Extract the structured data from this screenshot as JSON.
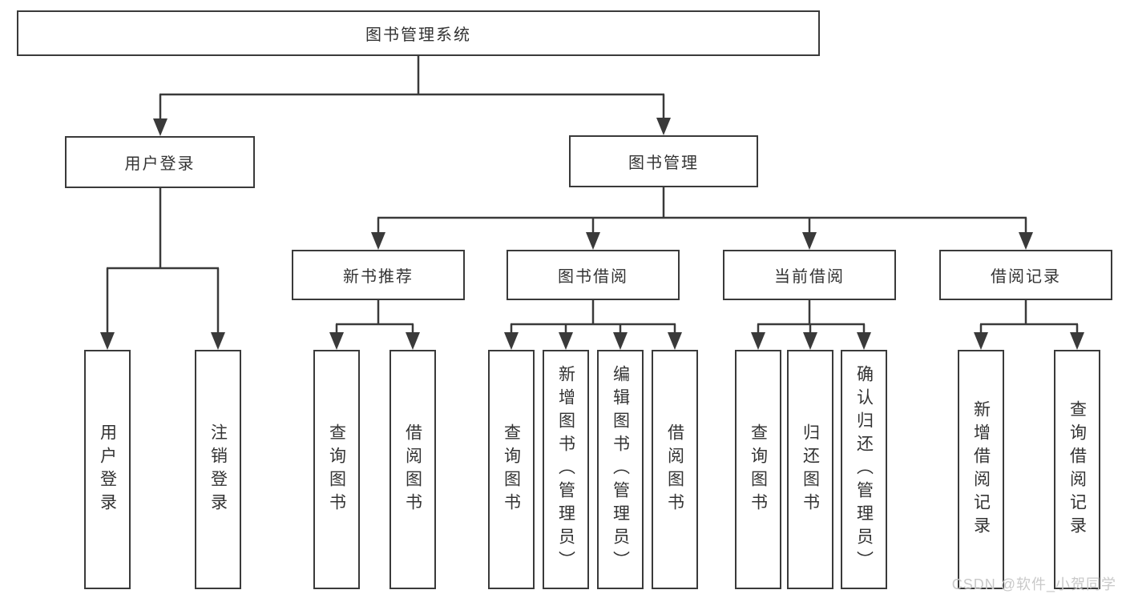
{
  "diagram": {
    "root": {
      "label": "图书管理系统"
    },
    "branches": [
      {
        "label": "用户登录",
        "children": [
          {
            "label": "用户登录"
          },
          {
            "label": "注销登录"
          }
        ]
      },
      {
        "label": "图书管理",
        "children": [
          {
            "label": "新书推荐",
            "children": [
              {
                "label": "查询图书"
              },
              {
                "label": "借阅图书"
              }
            ]
          },
          {
            "label": "图书借阅",
            "children": [
              {
                "label": "查询图书"
              },
              {
                "label": "新增图书（管理员）"
              },
              {
                "label": "编辑图书（管理员）"
              },
              {
                "label": "借阅图书"
              }
            ]
          },
          {
            "label": "当前借阅",
            "children": [
              {
                "label": "查询图书"
              },
              {
                "label": "归还图书"
              },
              {
                "label": "确认归还（管理员）"
              }
            ]
          },
          {
            "label": "借阅记录",
            "children": [
              {
                "label": "新增借阅记录"
              },
              {
                "label": "查询借阅记录"
              }
            ]
          }
        ]
      }
    ]
  },
  "watermark": {
    "text": "CSDN @软件_小贺同学"
  },
  "colors": {
    "line": "#3a3a3a",
    "text": "#333333",
    "background": "#ffffff",
    "watermark": "#c9c9c9"
  }
}
